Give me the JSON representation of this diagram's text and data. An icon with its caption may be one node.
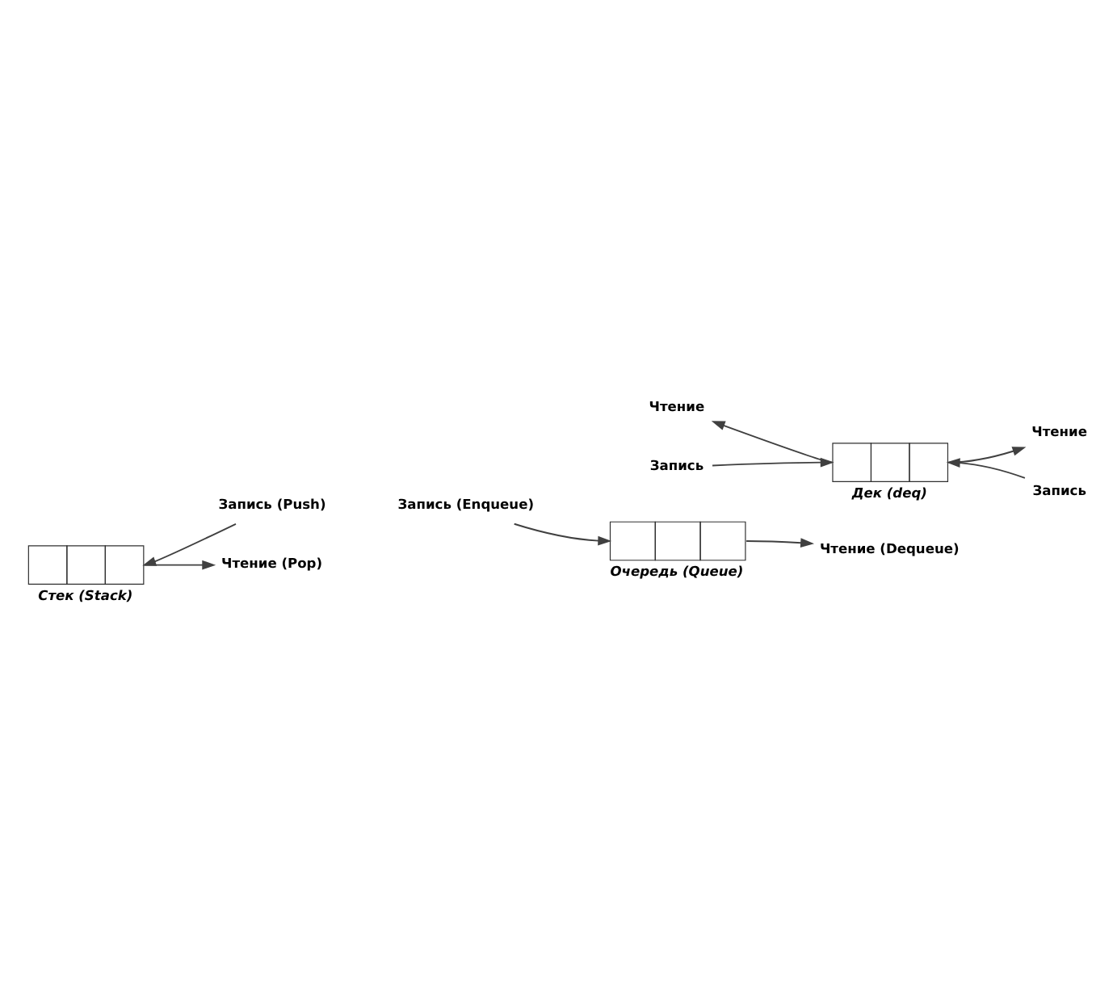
{
  "diagram": {
    "nodes": [
      {
        "text": [
          "Запись (Push)"
        ]
      },
      {
        "text": [],
        "shape": "box",
        "beside": [
          "Стек (Stack)"
        ]
      },
      {
        "text": [
          "Чтение (Pop)"
        ]
      },
      {
        "text": [
          "Запись (Enqueue)"
        ]
      },
      {
        "text": [],
        "shape": "box",
        "beside": [
          "Очередь (Queue)"
        ]
      },
      {
        "text": [
          "Чтение (Dequeue)"
        ]
      },
      {
        "text": [
          "Запись"
        ]
      },
      {
        "text": [
          "Запись"
        ]
      },
      {
        "text": [],
        "shape": "box",
        "beside": [
          "Дек (deq)"
        ]
      },
      {
        "text": [
          "Чтение"
        ]
      },
      {
        "text": [
          "Чтение"
        ]
      }
    ],
    "edges": [
      {
        "from": 0,
        "to": 1,
        "arrow": "to"
      },
      {
        "from": 1,
        "to": 2,
        "arrow": "to"
      },
      {
        "from": 3,
        "to": 4,
        "arrow": "to"
      },
      {
        "from": 4,
        "to": 5,
        "arrow": "to"
      },
      {
        "from": 6,
        "to": 8,
        "arrow": "to"
      },
      {
        "from": 7,
        "to": 8,
        "arrow": "to"
      },
      {
        "from": 8,
        "to": 9,
        "arrow": "to"
      },
      {
        "from": 8,
        "to": 10,
        "arrow": "to"
      }
    ]
  }
}
